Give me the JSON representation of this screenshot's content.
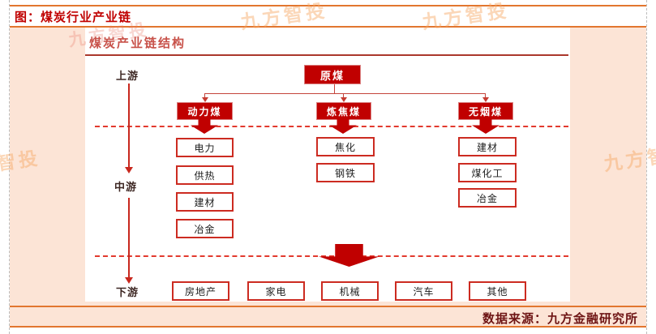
{
  "title_bar": {
    "title": "图：煤炭行业产业链"
  },
  "panel": {
    "header": "煤炭产业链结构"
  },
  "stages": {
    "upstream": "上游",
    "midstream": "中游",
    "downstream": "下游"
  },
  "chain": {
    "root": "原煤",
    "branches": [
      {
        "name": "动力煤",
        "children": [
          "电力",
          "供热",
          "建材",
          "冶金"
        ]
      },
      {
        "name": "炼焦煤",
        "children": [
          "焦化",
          "钢铁"
        ]
      },
      {
        "name": "无烟煤",
        "children": [
          "建材",
          "煤化工",
          "冶金"
        ]
      }
    ],
    "downstream_items": [
      "房地产",
      "家电",
      "机械",
      "汽车",
      "其他"
    ]
  },
  "footer": {
    "source": "数据来源：九方金融研究所"
  },
  "watermark": {
    "text": "九方智投"
  },
  "colors": {
    "accent_red": "#c00000",
    "line_red": "#c8281e",
    "orange_rule": "#e2762f",
    "peach_background": "#fce4d6",
    "footer_text": "#6e1414",
    "dashed_guide_gray": "#bdbdbd"
  }
}
